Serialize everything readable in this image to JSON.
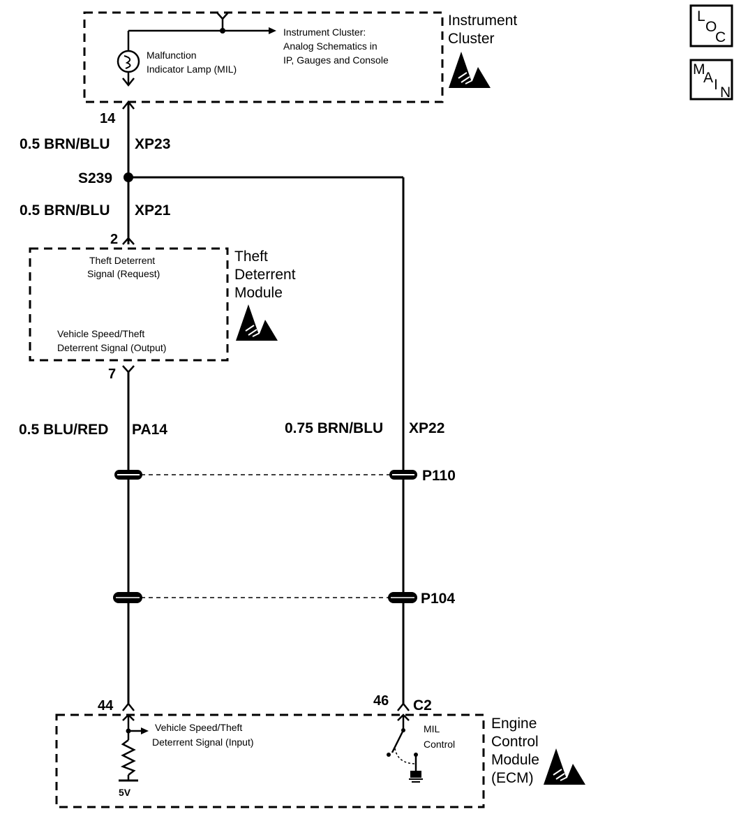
{
  "page": {
    "loc_button": {
      "l": "L",
      "o": "O",
      "c": "C"
    },
    "main_button": {
      "m": "M",
      "a": "A",
      "i": "I",
      "n": "N"
    }
  },
  "instrument_cluster": {
    "title_line1": "Instrument",
    "title_line2": "Cluster",
    "lamp_line1": "Malfunction",
    "lamp_line2": "Indicator  Lamp (MIL)",
    "ref_line1": "Instrument Cluster:",
    "ref_line2": "Analog Schematics in",
    "ref_line3": "IP, Gauges and Console",
    "pin": "14"
  },
  "theft_module": {
    "title_line1": "Theft",
    "title_line2": "Deterrent",
    "title_line3": "Module",
    "req_line1": "Theft  Deterrent",
    "req_line2": "Signal (Request)",
    "out_line1": "Vehicle Speed/Theft",
    "out_line2": "Deterrent Signal (Output)",
    "pin_in": "2",
    "pin_out": "7"
  },
  "ecm": {
    "title_line1": "Engine",
    "title_line2": "Control",
    "title_line3": "Module",
    "title_line4": "(ECM)",
    "in_line1": "Vehicle Speed/Theft",
    "in_line2": "Deterrent Signal (Input)",
    "mil_line1": "MIL",
    "mil_line2": "Control",
    "voltage": "5V",
    "pin_left": "44",
    "pin_right": "46",
    "connector": "C2"
  },
  "wires": {
    "xp23": {
      "gauge": "0.5 BRN/BLU",
      "circuit": "XP23"
    },
    "xp21": {
      "gauge": "0.5 BRN/BLU",
      "circuit": "XP21"
    },
    "pa14": {
      "gauge": "0.5 BLU/RED",
      "circuit": "PA14"
    },
    "xp22": {
      "gauge": "0.75 BRN/BLU",
      "circuit": "XP22"
    }
  },
  "splice": "S239",
  "connectors": {
    "upper": "P110",
    "lower": "P104"
  }
}
